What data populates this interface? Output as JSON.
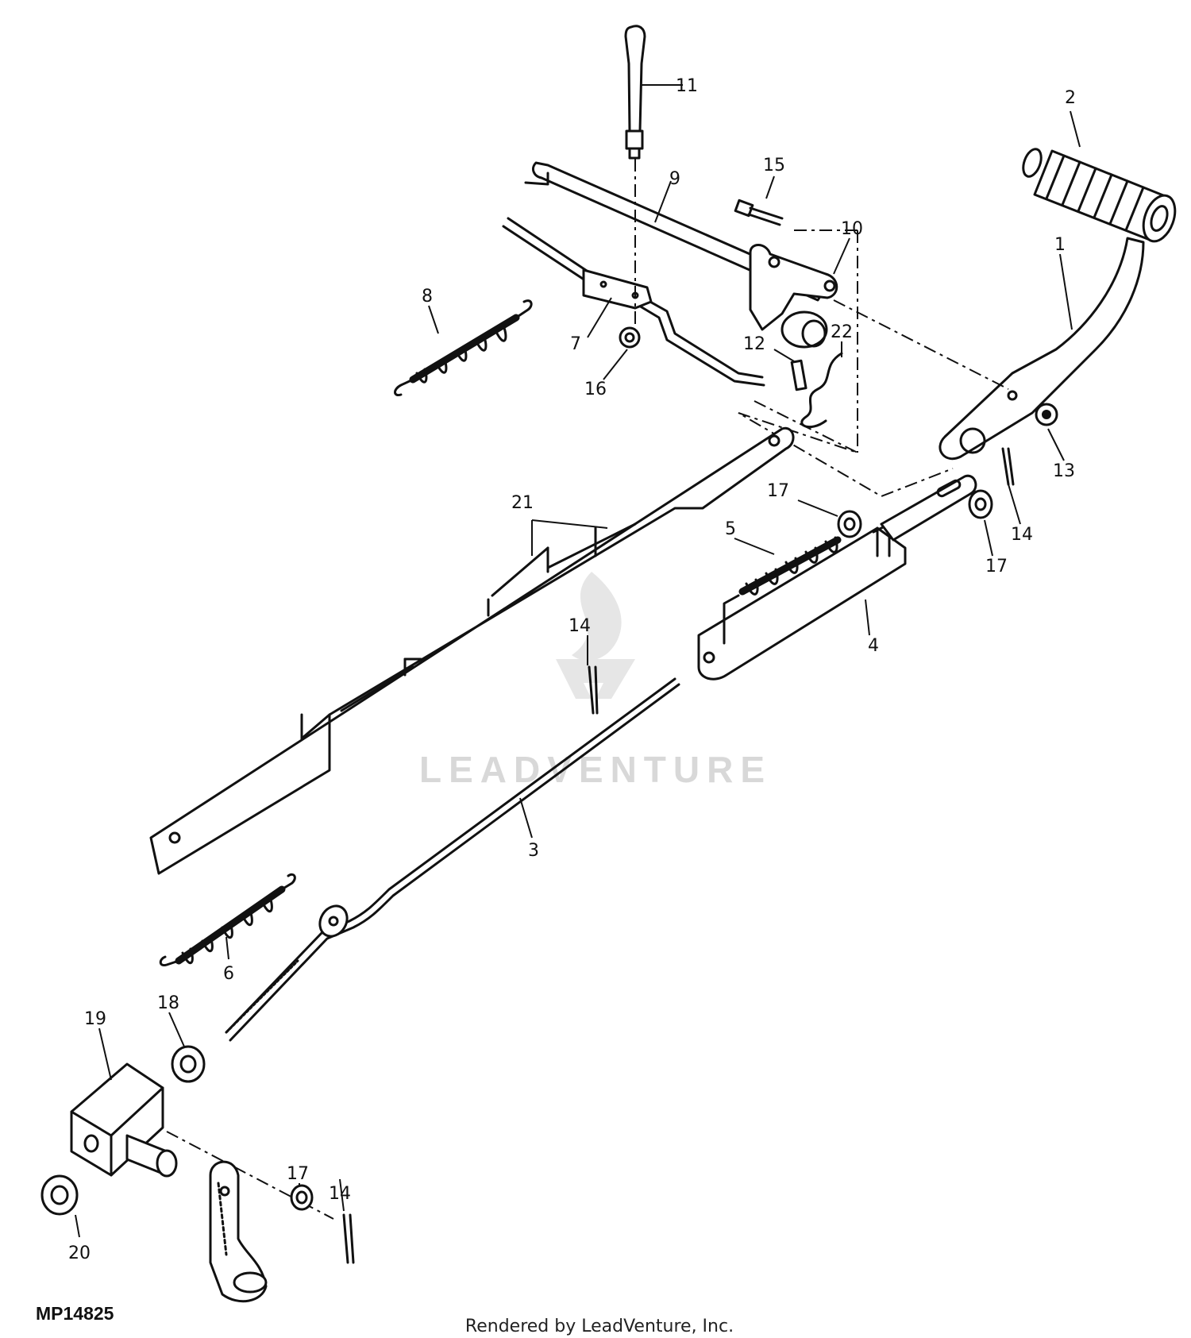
{
  "diagram": {
    "figure_code": "MP14825",
    "footer_text": "Rendered by LeadVenture, Inc.",
    "watermark_text": "LEADVENTURE",
    "callouts": [
      {
        "id": "c1",
        "label": "1"
      },
      {
        "id": "c2",
        "label": "2"
      },
      {
        "id": "c3",
        "label": "3"
      },
      {
        "id": "c4",
        "label": "4"
      },
      {
        "id": "c5",
        "label": "5"
      },
      {
        "id": "c6",
        "label": "6"
      },
      {
        "id": "c7",
        "label": "7"
      },
      {
        "id": "c8",
        "label": "8"
      },
      {
        "id": "c9",
        "label": "9"
      },
      {
        "id": "c10",
        "label": "10"
      },
      {
        "id": "c11",
        "label": "11"
      },
      {
        "id": "c12",
        "label": "12"
      },
      {
        "id": "c13",
        "label": "13"
      },
      {
        "id": "c14a",
        "label": "14"
      },
      {
        "id": "c14b",
        "label": "14"
      },
      {
        "id": "c14c",
        "label": "14"
      },
      {
        "id": "c15",
        "label": "15"
      },
      {
        "id": "c16",
        "label": "16"
      },
      {
        "id": "c17a",
        "label": "17"
      },
      {
        "id": "c17b",
        "label": "17"
      },
      {
        "id": "c17c",
        "label": "17"
      },
      {
        "id": "c18",
        "label": "18"
      },
      {
        "id": "c19",
        "label": "19"
      },
      {
        "id": "c20",
        "label": "20"
      },
      {
        "id": "c21",
        "label": "21"
      },
      {
        "id": "c22",
        "label": "22"
      }
    ]
  }
}
